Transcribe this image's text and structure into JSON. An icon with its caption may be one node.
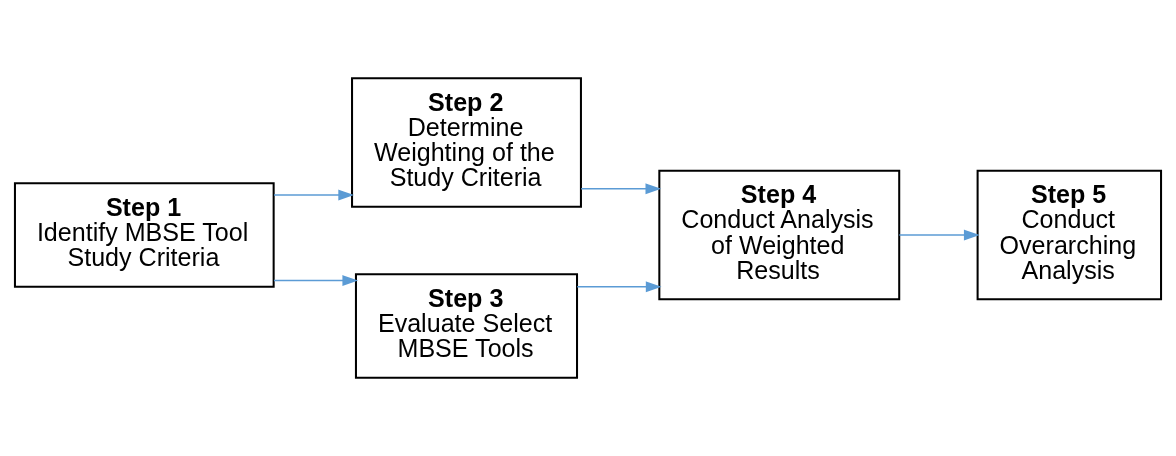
{
  "diagram": {
    "nodes": [
      {
        "text": [
          "Step 1",
          "Identify MBSE Tool Study Criteria"
        ]
      },
      {
        "text": [
          "Step 2",
          "Determine Weighting of the Study Criteria"
        ]
      },
      {
        "text": [
          "Step 3",
          "Evaluate Select MBSE Tools"
        ]
      },
      {
        "text": [
          "Step 4",
          "Conduct Analysis of Weighted Results"
        ]
      },
      {
        "text": [
          "Step 5",
          "Conduct Overarching Analysis"
        ]
      }
    ],
    "edges": [
      {
        "from": 0,
        "to": 1,
        "arrow": "to"
      },
      {
        "from": 0,
        "to": 2,
        "arrow": "to"
      },
      {
        "from": 1,
        "to": 3,
        "arrow": "to"
      },
      {
        "from": 2,
        "to": 3,
        "arrow": "to"
      },
      {
        "from": 3,
        "to": 4,
        "arrow": "to"
      }
    ]
  }
}
